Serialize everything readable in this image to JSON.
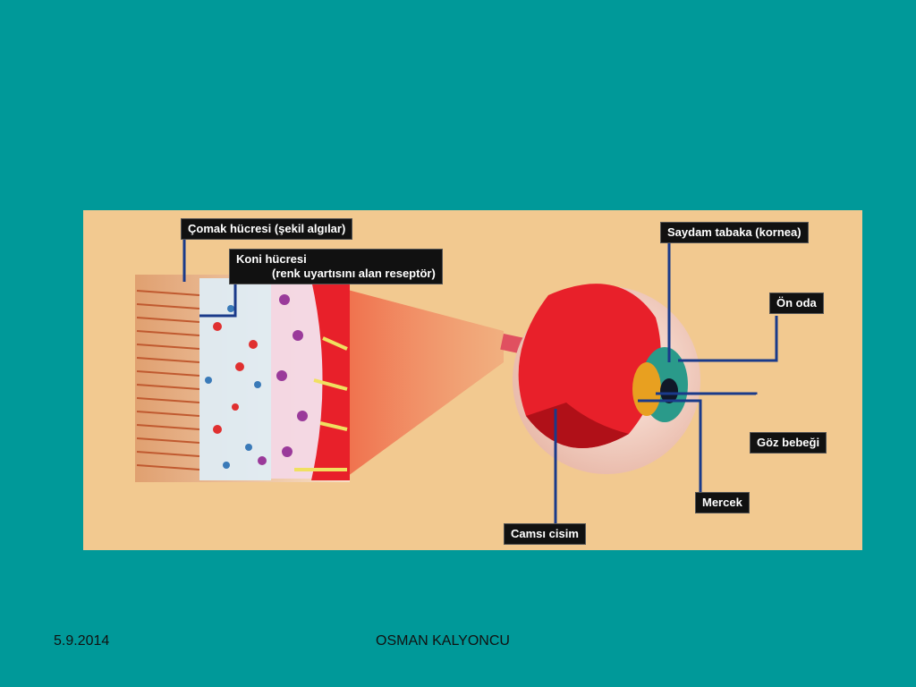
{
  "slide": {
    "background": "#009999",
    "footer_date": "5.9.2014",
    "footer_author": "OSMAN KALYONCU"
  },
  "figure": {
    "labels": {
      "comak": "Çomak hücresi (şekil algılar)",
      "koni_title": "Koni hücresi",
      "koni_sub": "(renk uyartısını alan reseptör)",
      "kornea": "Saydam tabaka  (kornea)",
      "on_oda": "Ön oda",
      "goz_bebegi": "Göz bebeği",
      "mercek": "Mercek",
      "camsi_cisim": "Camsı cisim"
    },
    "colors": {
      "background": "#f2c990",
      "eye_red": "#e8202a",
      "pointer_line": "#1a3a8a",
      "label_bg": "#111111"
    }
  }
}
